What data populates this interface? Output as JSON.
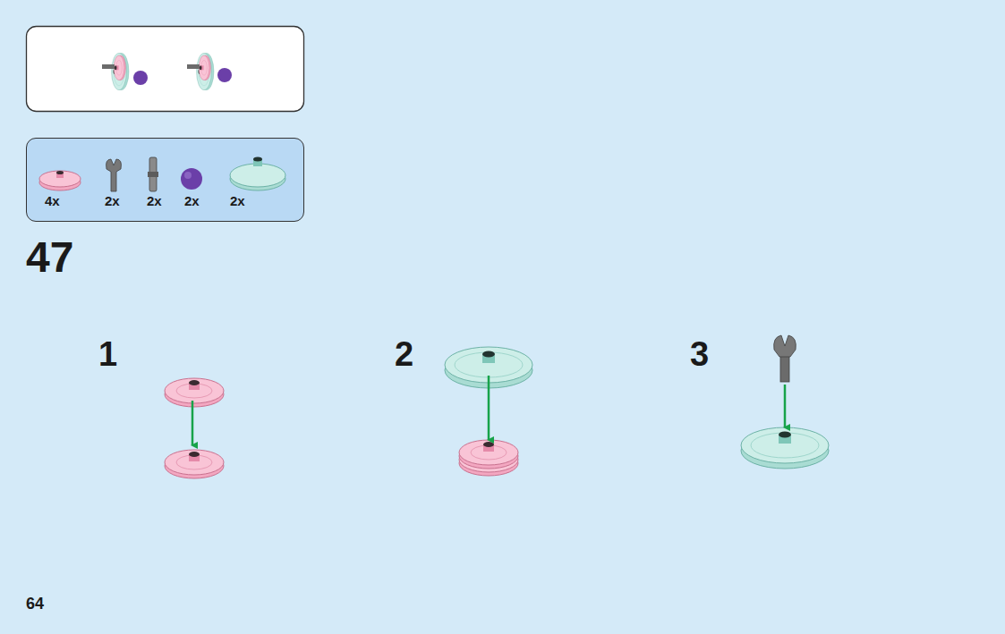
{
  "diagram": {
    "nodes": [
      {
        "text": [
          "4x",
          "2x",
          "2x",
          "2x",
          "2x"
        ]
      }
    ],
    "labels": [
      "47",
      "1",
      "2",
      "3",
      "64"
    ]
  }
}
